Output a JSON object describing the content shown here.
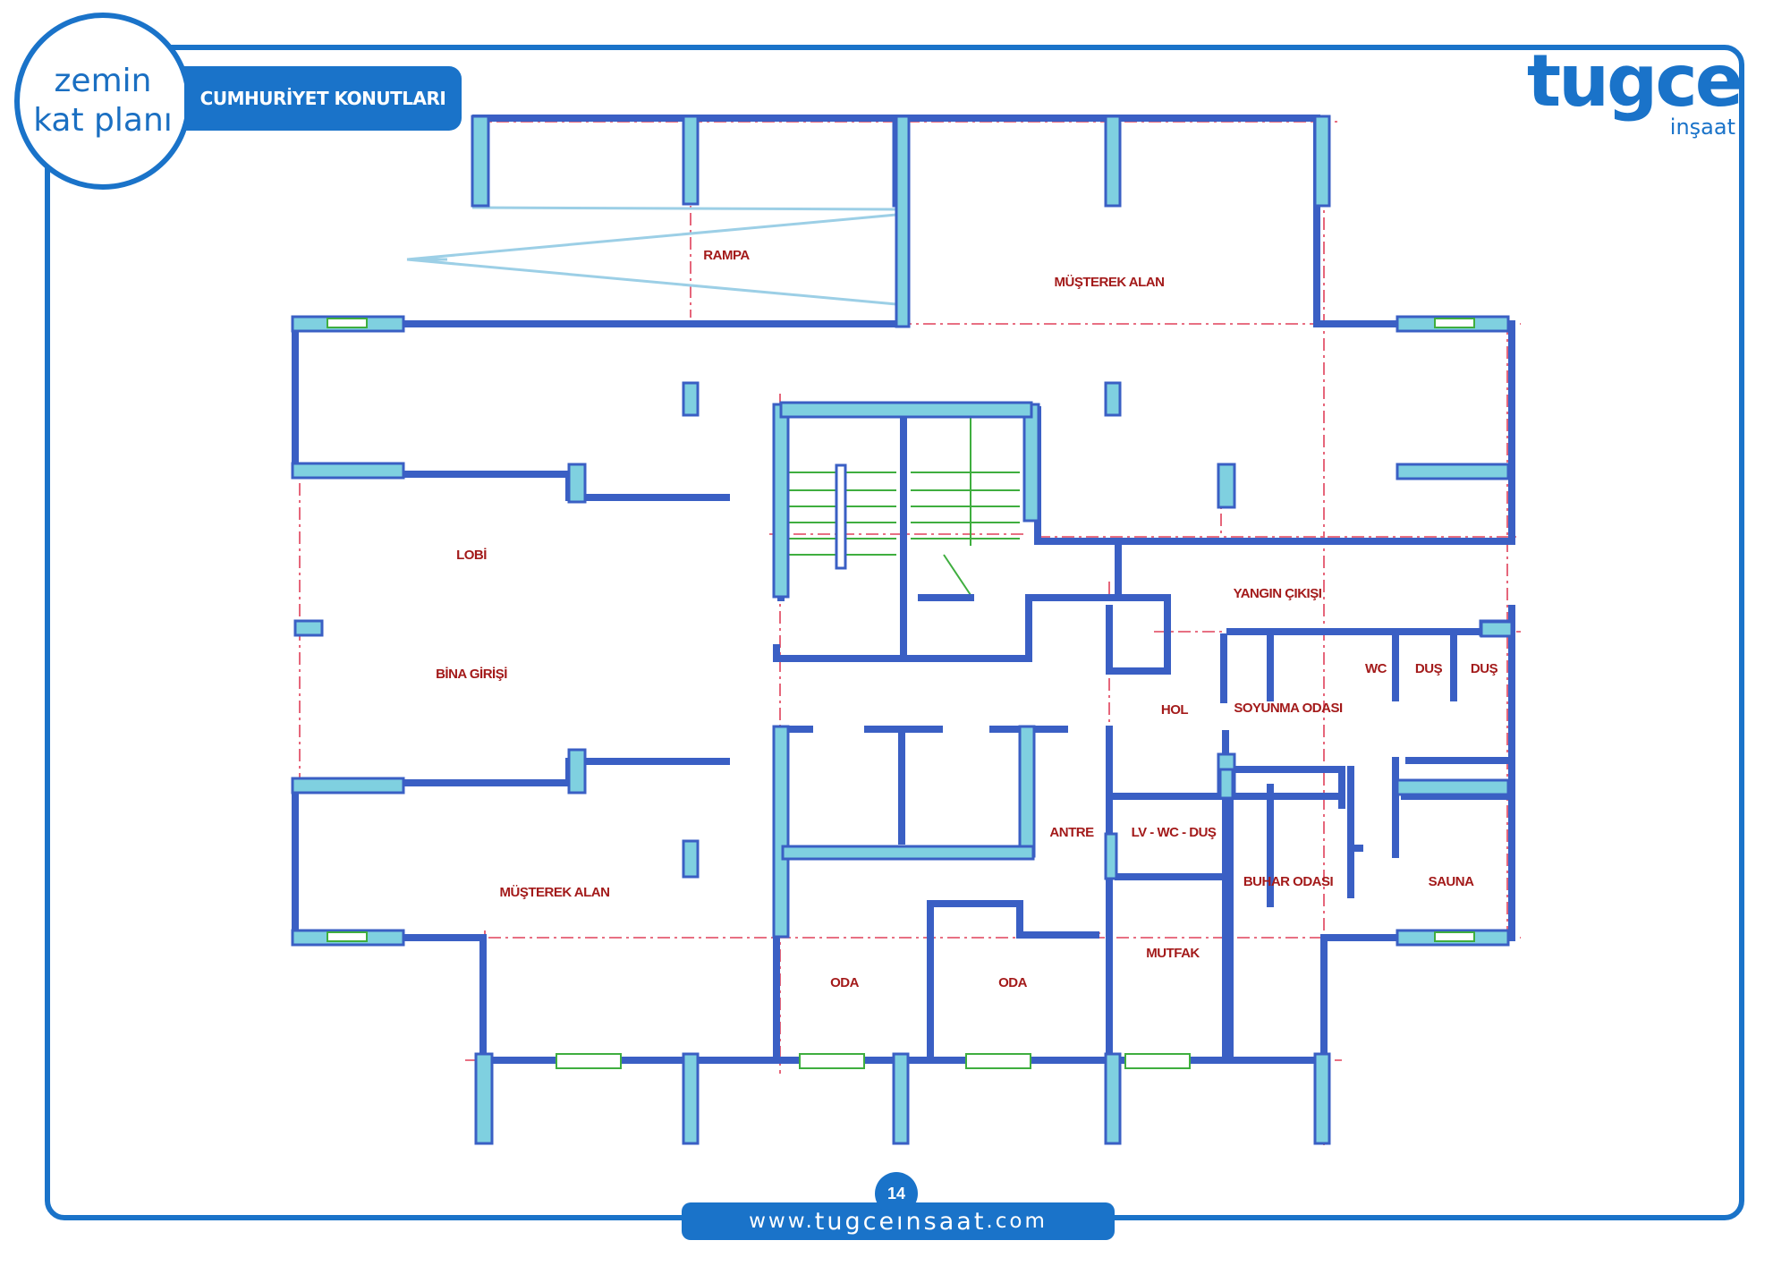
{
  "badge": {
    "line1": "zemin",
    "line2": "kat planı"
  },
  "project_title": "CUMHURİYET KONUTLARI",
  "brand": {
    "name": "tugce",
    "sub": "inşaat"
  },
  "rooms": {
    "rampa": "RAMPA",
    "musterek_alan_top": "MÜŞTEREK ALAN",
    "lobi": "LOBİ",
    "bina_girisi": "BİNA GİRİŞİ",
    "musterek_alan_bottom": "MÜŞTEREK ALAN",
    "yangin_cikisi": "YANGIN ÇIKIŞI",
    "wc": "WC",
    "dus1": "DUŞ",
    "dus2": "DUŞ",
    "hol": "HOL",
    "soyunma_odasi": "SOYUNMA ODASI",
    "antre": "ANTRE",
    "lv_wc_dus": "LV - WC - DUŞ",
    "buhar_odasi": "BUHAR ODASI",
    "sauna": "SAUNA",
    "mutfak": "MUTFAK",
    "oda1": "ODA",
    "oda2": "ODA"
  },
  "footer": {
    "page_number": "14",
    "url_prefix": "www.",
    "url_name": "tugceinsaat",
    "url_suffix": ".com"
  },
  "colors": {
    "brand_blue": "#1a73c9",
    "wall_dark": "#3a5fc4",
    "wall_light": "#7fd0e0",
    "axis_red": "#e0405a",
    "label_red": "#a31a1a",
    "stair_green": "#3fae3f"
  }
}
